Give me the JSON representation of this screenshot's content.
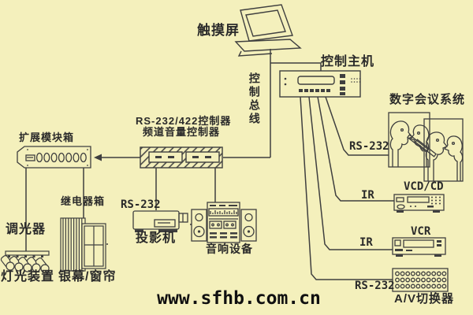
{
  "colors": {
    "background": "#f4f0bc",
    "line": "#3f3f3f",
    "text": "#2a2a2a"
  },
  "nodes": {
    "touch_screen": {
      "label": "触摸屏"
    },
    "control_host": {
      "label": "控制主机"
    },
    "control_bus": {
      "label": "控制总线"
    },
    "conference": {
      "label": "数字会议系统",
      "link": "RS-232"
    },
    "vcd": {
      "label": "VCD/CD",
      "link": "IR"
    },
    "vcr": {
      "label": "VCR",
      "link": "IR"
    },
    "av_switcher": {
      "label": "A/V切换器",
      "link": "RS-232"
    },
    "controller": {
      "label_line1": "RS-232/422控制器",
      "label_line2": "频道音量控制器"
    },
    "expansion_box": {
      "label": "扩展模块箱"
    },
    "dimmer": {
      "label": "调光器"
    },
    "lights": {
      "label": "灯光装置"
    },
    "relay_box": {
      "label": "继电器箱"
    },
    "screen_curtain": {
      "label": "银幕/窗帘"
    },
    "projector": {
      "label": "投影机",
      "link": "RS-232"
    },
    "audio": {
      "label": "音响设备"
    }
  },
  "watermark": {
    "text": "www.sfhb.com.cn"
  }
}
